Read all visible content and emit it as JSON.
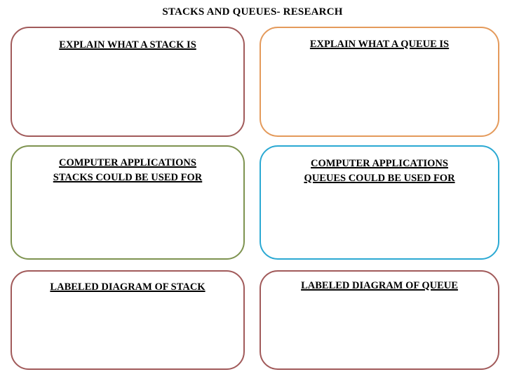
{
  "page": {
    "title": "STACKS AND QUEUES- RESEARCH",
    "background_color": "#FFFFFF",
    "text_color": "#000000"
  },
  "colors": {
    "brick_red": "#A15A5A",
    "amber_orange": "#E49A5B",
    "olive_green": "#7E9350",
    "cyan_blue": "#2BA9D3"
  },
  "boxes": [
    {
      "id": "explain-stack",
      "column": "left",
      "row": 1,
      "border_color": "#A15A5A",
      "heading_lines": [
        "EXPLAIN WHAT A STACK IS"
      ],
      "answer": ""
    },
    {
      "id": "explain-queue",
      "column": "right",
      "row": 1,
      "border_color": "#E49A5B",
      "heading_lines": [
        "EXPLAIN WHAT A QUEUE IS"
      ],
      "answer": ""
    },
    {
      "id": "applications-stacks",
      "column": "left",
      "row": 2,
      "border_color": "#7E9350",
      "heading_lines": [
        "COMPUTER APPLICATIONS",
        "STACKS COULD BE USED FOR"
      ],
      "answer": ""
    },
    {
      "id": "applications-queues",
      "column": "right",
      "row": 2,
      "border_color": "#2BA9D3",
      "heading_lines": [
        "COMPUTER APPLICATIONS",
        "QUEUES COULD BE USED FOR"
      ],
      "answer": ""
    },
    {
      "id": "diagram-stack",
      "column": "left",
      "row": 3,
      "border_color": "#A15A5A",
      "heading_lines": [
        "LABELED DIAGRAM OF STACK"
      ],
      "answer": ""
    },
    {
      "id": "diagram-queue",
      "column": "right",
      "row": 3,
      "border_color": "#A15A5A",
      "heading_lines": [
        "LABELED DIAGRAM OF QUEUE"
      ],
      "answer": ""
    }
  ]
}
